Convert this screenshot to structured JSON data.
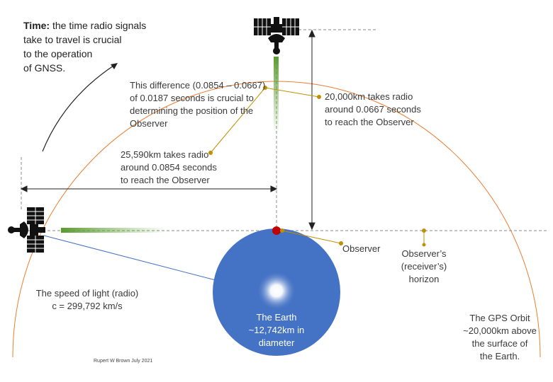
{
  "time_note": {
    "heading": "Time:",
    "line1": " the time radio signals",
    "rest": "take to travel is crucial\nto the operation\nof GNSS."
  },
  "difference_note": "This difference (0.0854 – 0.0667)\nof 0.0187 seconds is crucial to\ndetermining the position of the\nObserver",
  "overhead_note": "20,000km takes radio\naround 0.0667 seconds\nto reach the Observer",
  "horizon_note": "25,590km takes radio\naround 0.0854 seconds\nto reach the Observer",
  "observer_label": "Observer",
  "horizon_label": "Observer’s\n(receiver’s)\nhorizon",
  "speed_note": "The speed of light (radio)\nc = 299,792 km/s",
  "earth_label": "The Earth\n~12,742km in\ndiameter",
  "orbit_note": "The GPS Orbit\n~20,000km above\nthe surface of\nthe Earth.",
  "credit": "Rupert W Brown July 2021",
  "colors": {
    "earth": "#4472c4",
    "orbit": "#ed7d31",
    "signal": "#70ad47",
    "callout": "#bf9000",
    "observer": "#c00000",
    "link_line": "#4472c4"
  }
}
